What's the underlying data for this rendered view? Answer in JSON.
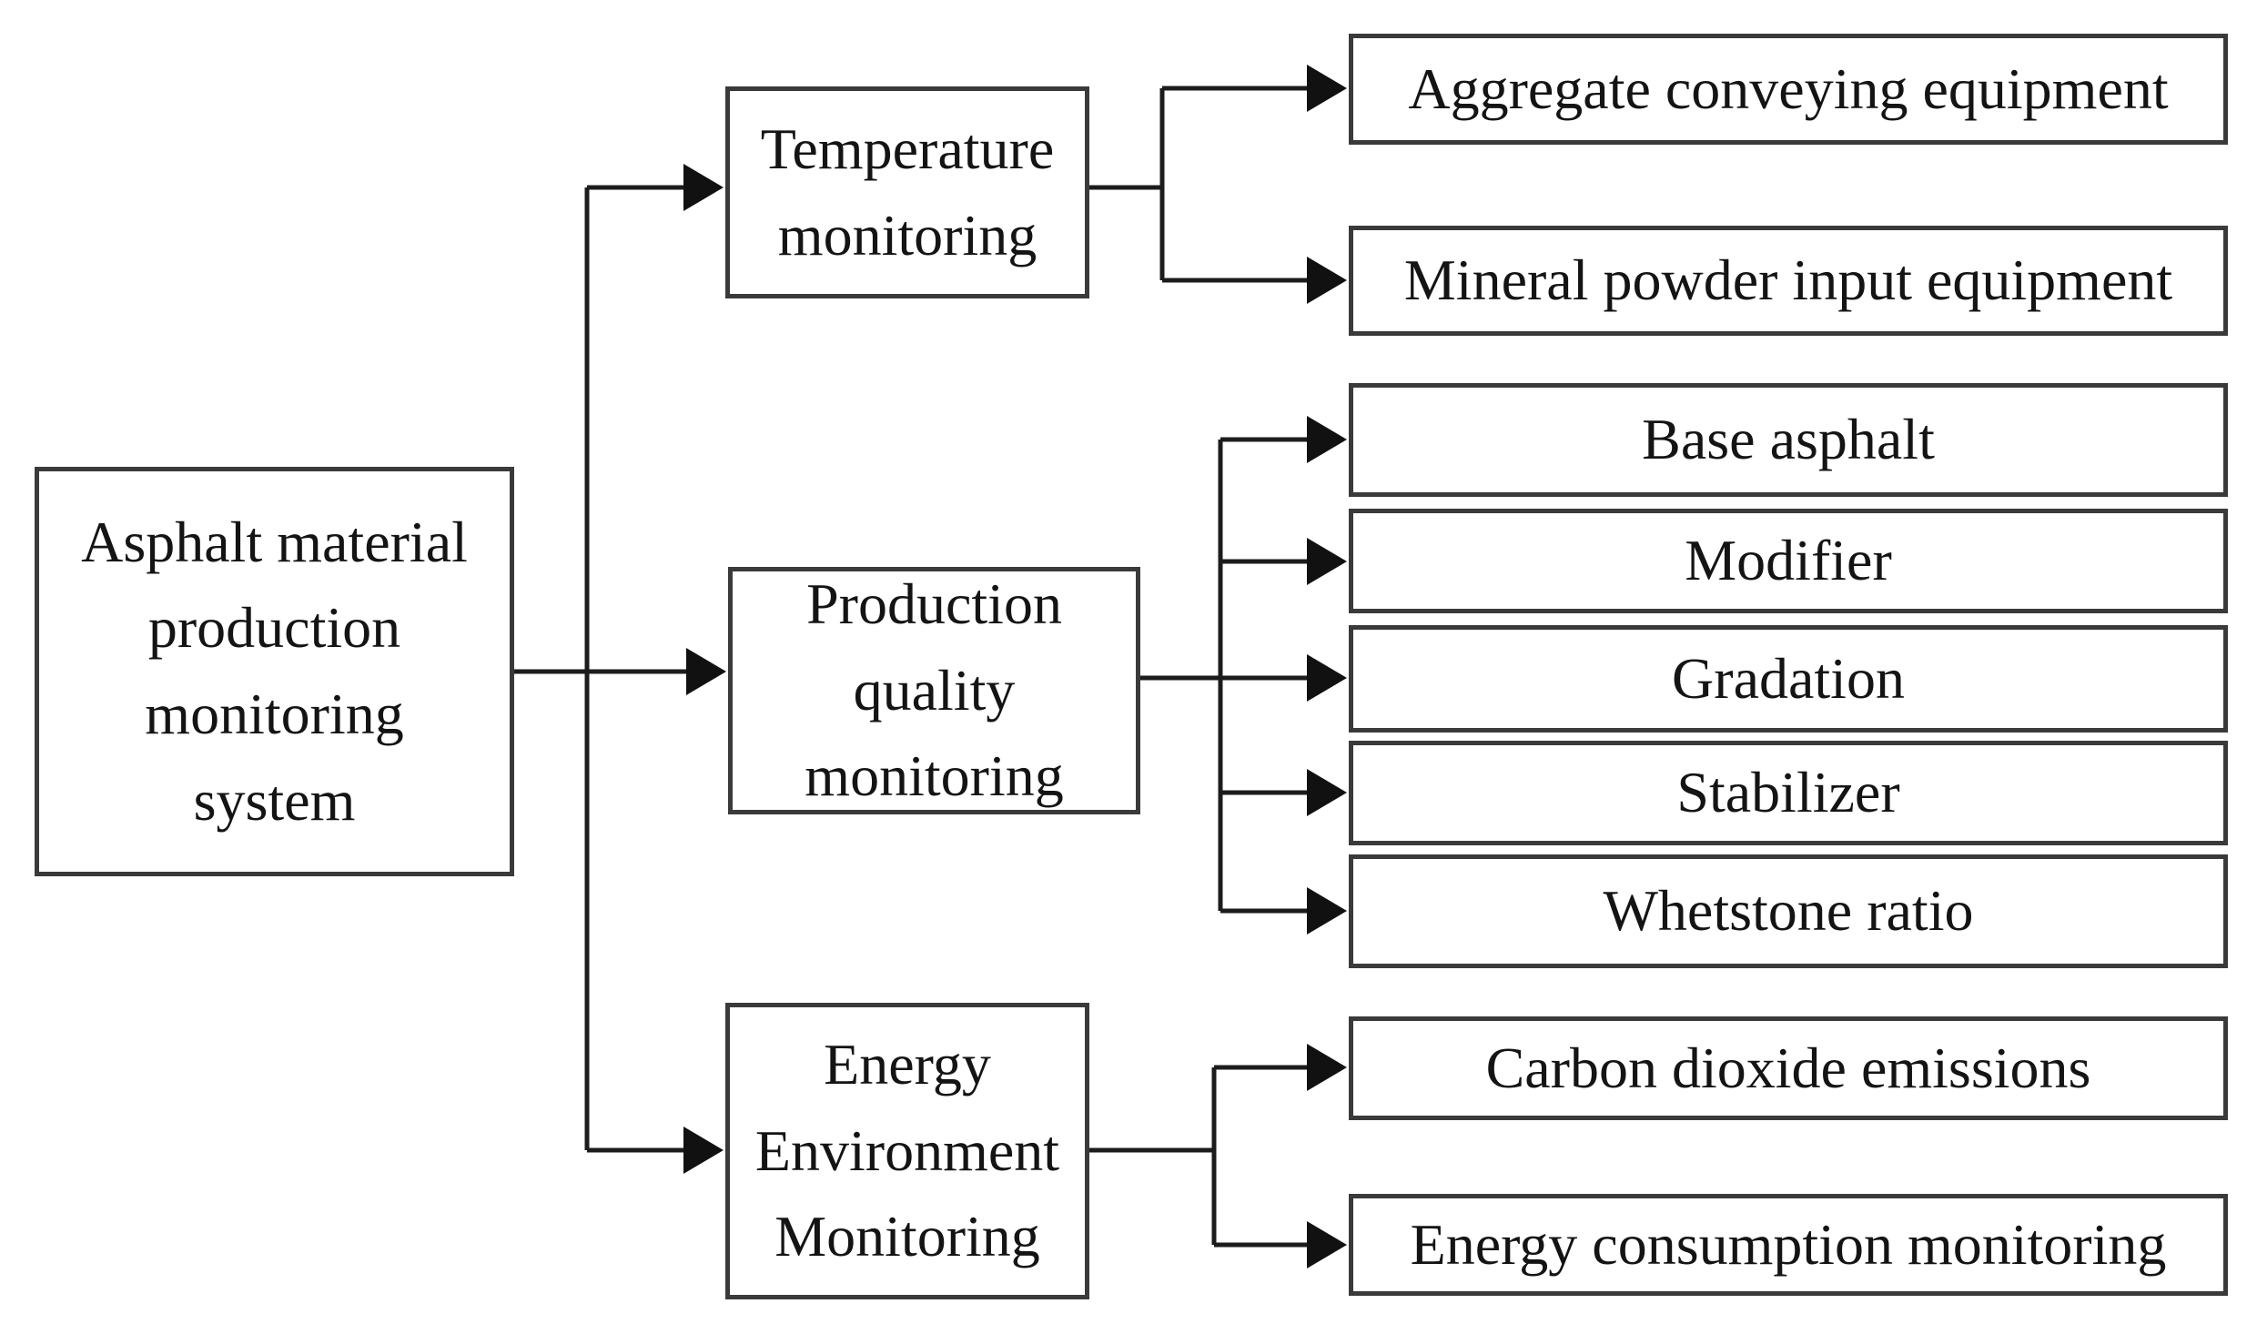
{
  "figure": {
    "type": "hierarchy-flowchart",
    "background": "#ffffff",
    "colors": {
      "box_border": "#3a3a3a",
      "connector_line": "#1c1c1c",
      "text": "#141414"
    },
    "root": {
      "label": "Asphalt material\nproduction\nmonitoring\nsystem"
    },
    "branches": [
      {
        "label": "Temperature\nmonitoring",
        "children": [
          "Aggregate conveying equipment",
          "Mineral powder input equipment"
        ]
      },
      {
        "label": "Production\nquality\nmonitoring",
        "children": [
          "Base asphalt",
          "Modifier",
          "Gradation",
          "Stabilizer",
          "Whetstone ratio"
        ]
      },
      {
        "label": "Energy\nEnvironment\nMonitoring",
        "children": [
          "Carbon dioxide emissions",
          "Energy consumption monitoring"
        ]
      }
    ]
  }
}
